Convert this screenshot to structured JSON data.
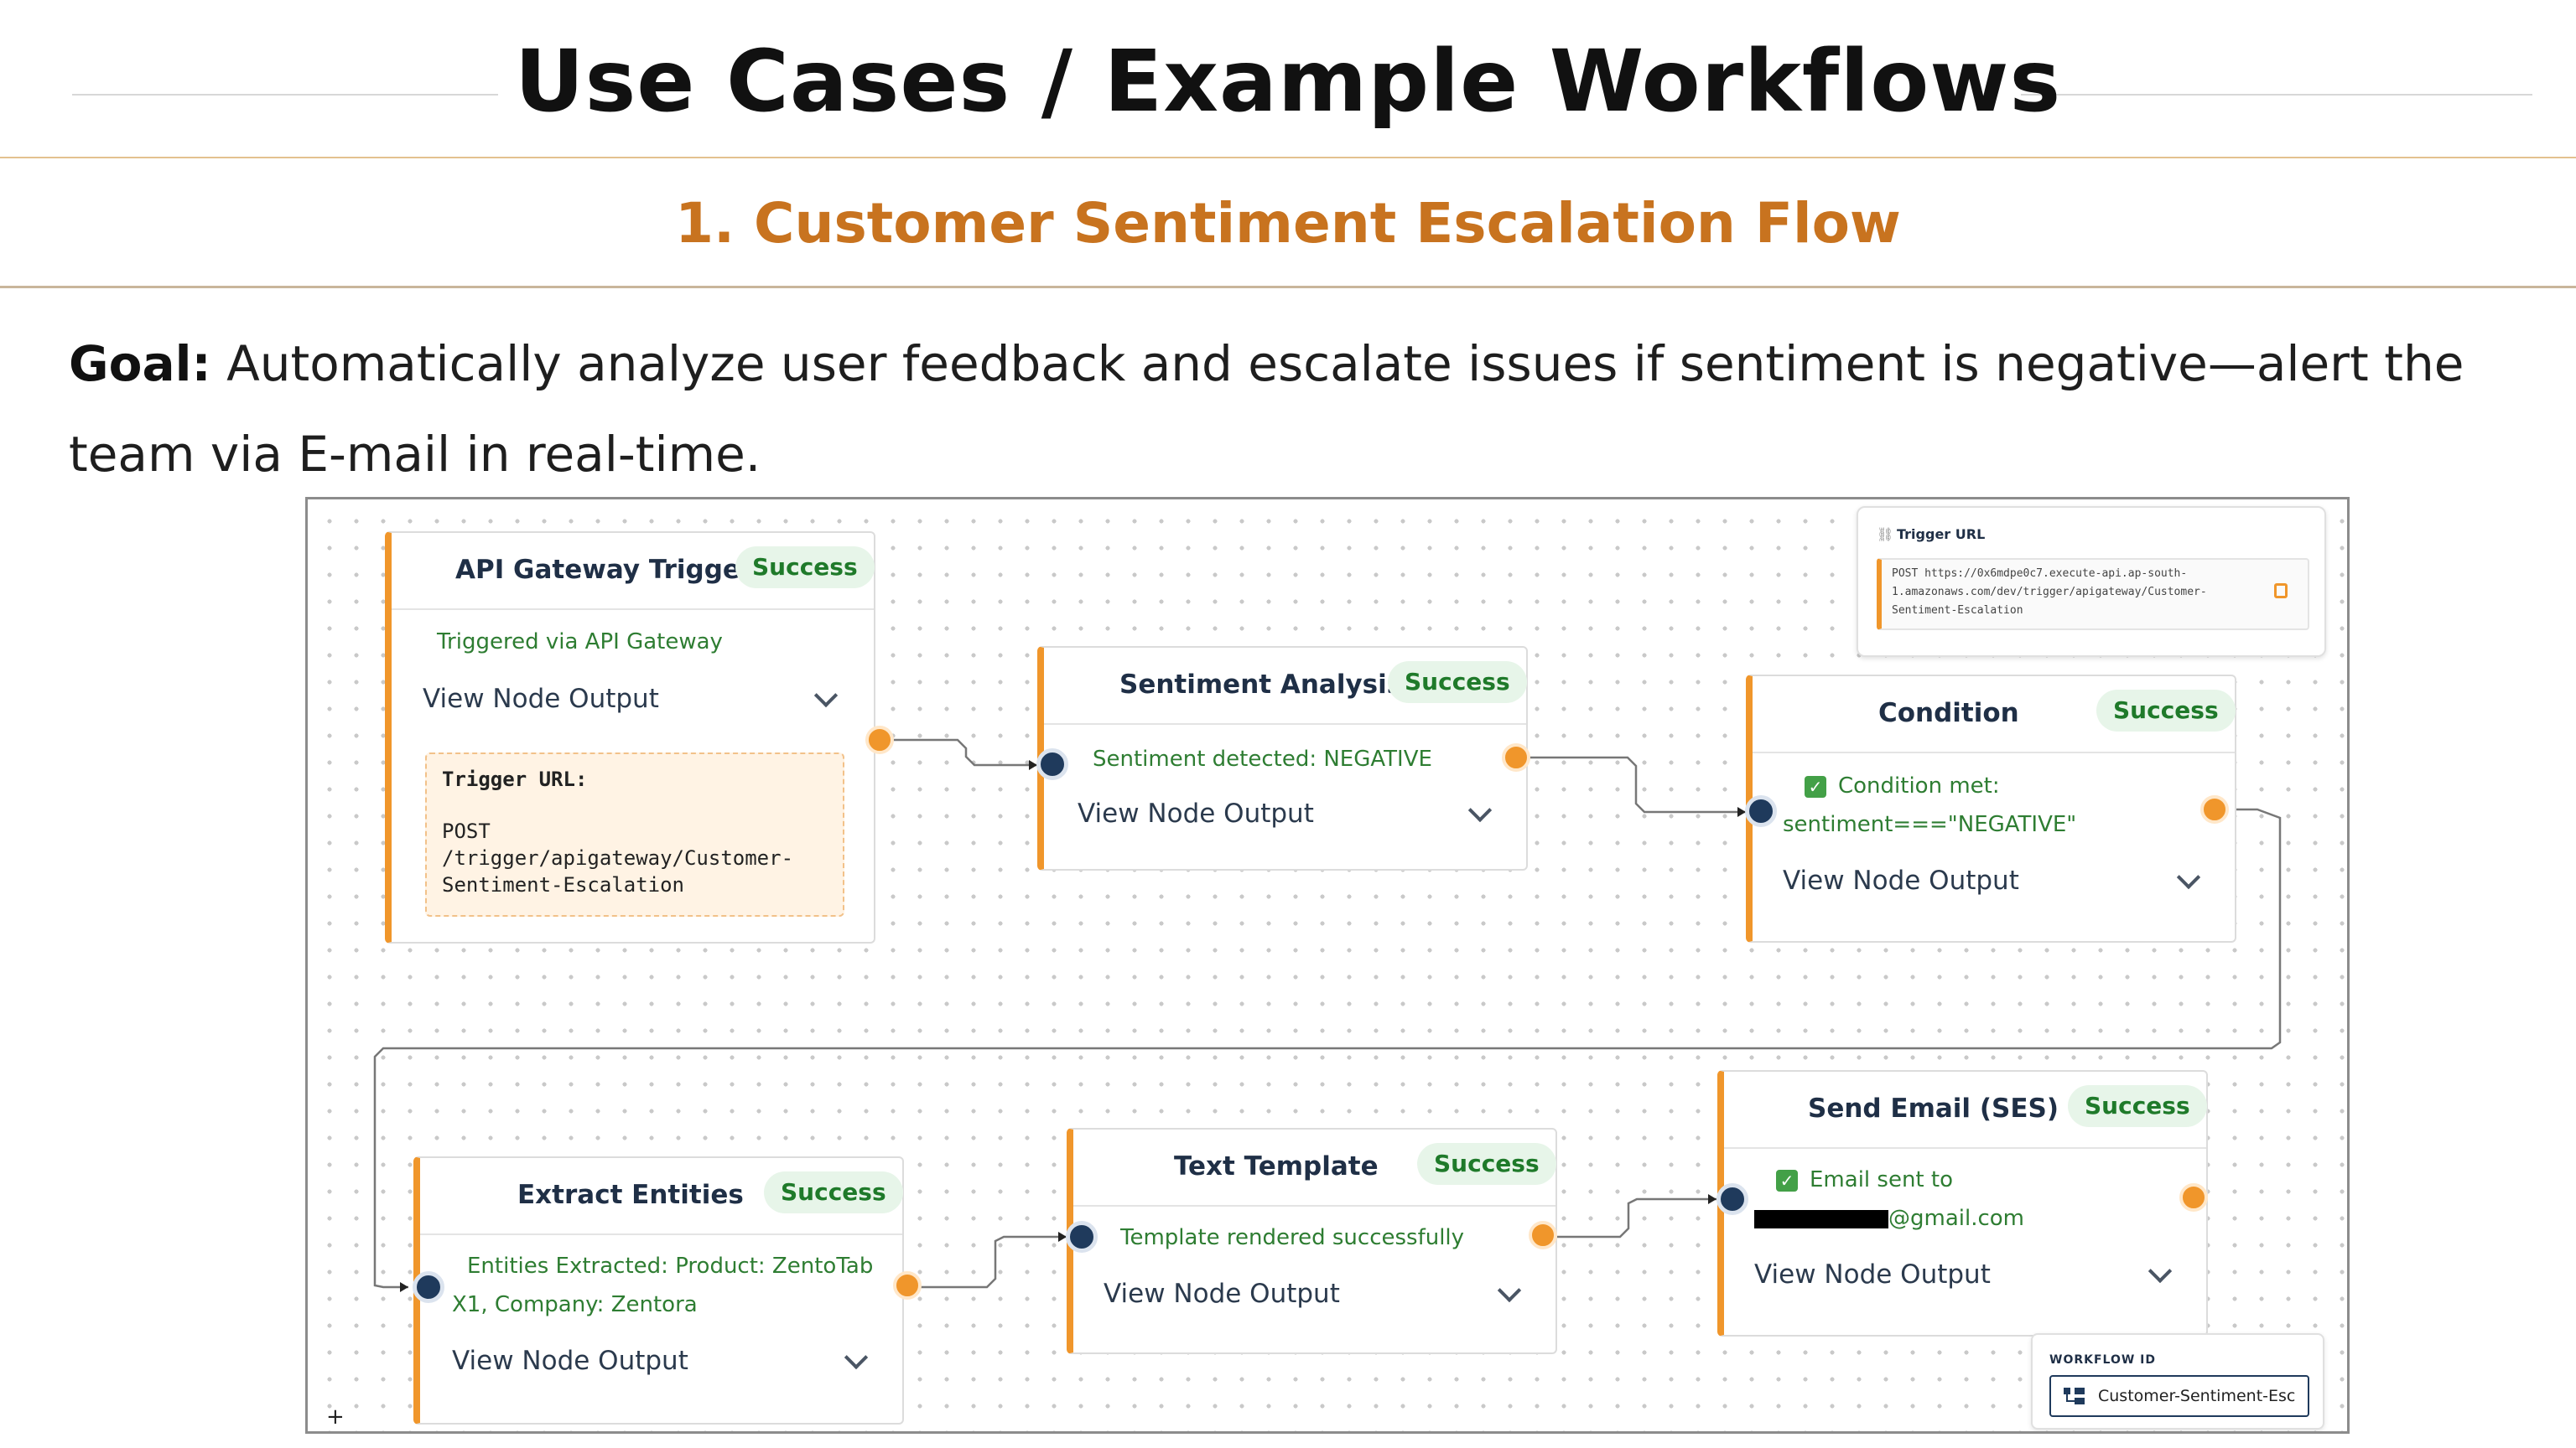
{
  "slide": {
    "title": "Use Cases / Example Workflows",
    "section": "1. Customer Sentiment Escalation Flow",
    "goal_label": "Goal:",
    "goal_text": "Automatically analyze user feedback and escalate issues if sentiment is negative—alert the team via E-mail in real-time."
  },
  "trigger_panel": {
    "label": "Trigger URL",
    "url": "POST https://0x6mdpe0c7.execute-api.ap-south-1.amazonaws.com/dev/trigger/apigateway/Customer-Sentiment-Escalation",
    "copy_icon": "copy-icon"
  },
  "workflow_panel": {
    "label": "WORKFLOW ID",
    "value": "Customer-Sentiment-Esc",
    "icon": "workflow-icon"
  },
  "nodes": {
    "api_gateway": {
      "title": "API Gateway Trigger",
      "badge": "Success",
      "status": "Triggered via API Gateway",
      "view": "View Node Output",
      "url_label": "Trigger URL:",
      "url_method": "POST",
      "url_path": "/trigger/apigateway/Customer-Sentiment-Escalation"
    },
    "sentiment": {
      "title": "Sentiment Analysis",
      "badge": "Success",
      "status": "Sentiment detected: NEGATIVE",
      "view": "View Node Output"
    },
    "condition": {
      "title": "Condition",
      "badge": "Success",
      "status_line1": "Condition met:",
      "status_line2": "sentiment===\"NEGATIVE\"",
      "view": "View Node Output"
    },
    "extract": {
      "title": "Extract Entities",
      "badge": "Success",
      "status_line1": "Entities Extracted: Product: ZentoTab",
      "status_line2": "X1, Company: Zentora",
      "view": "View Node Output"
    },
    "template": {
      "title": "Text Template",
      "badge": "Success",
      "status": "Template rendered successfully",
      "view": "View Node Output"
    },
    "email": {
      "title": "Send Email (SES)",
      "badge": "Success",
      "status_line1": "Email sent to",
      "status_line2_suffix": "@gmail.com",
      "view": "View Node Output"
    }
  },
  "canvas": {
    "plus_label": "+"
  },
  "colors": {
    "accent": "#f0962b",
    "section_title": "#c8731f",
    "success_bg": "#e7f5e9",
    "success_text": "#1f7a2a",
    "port_in": "#1f3a5c"
  }
}
